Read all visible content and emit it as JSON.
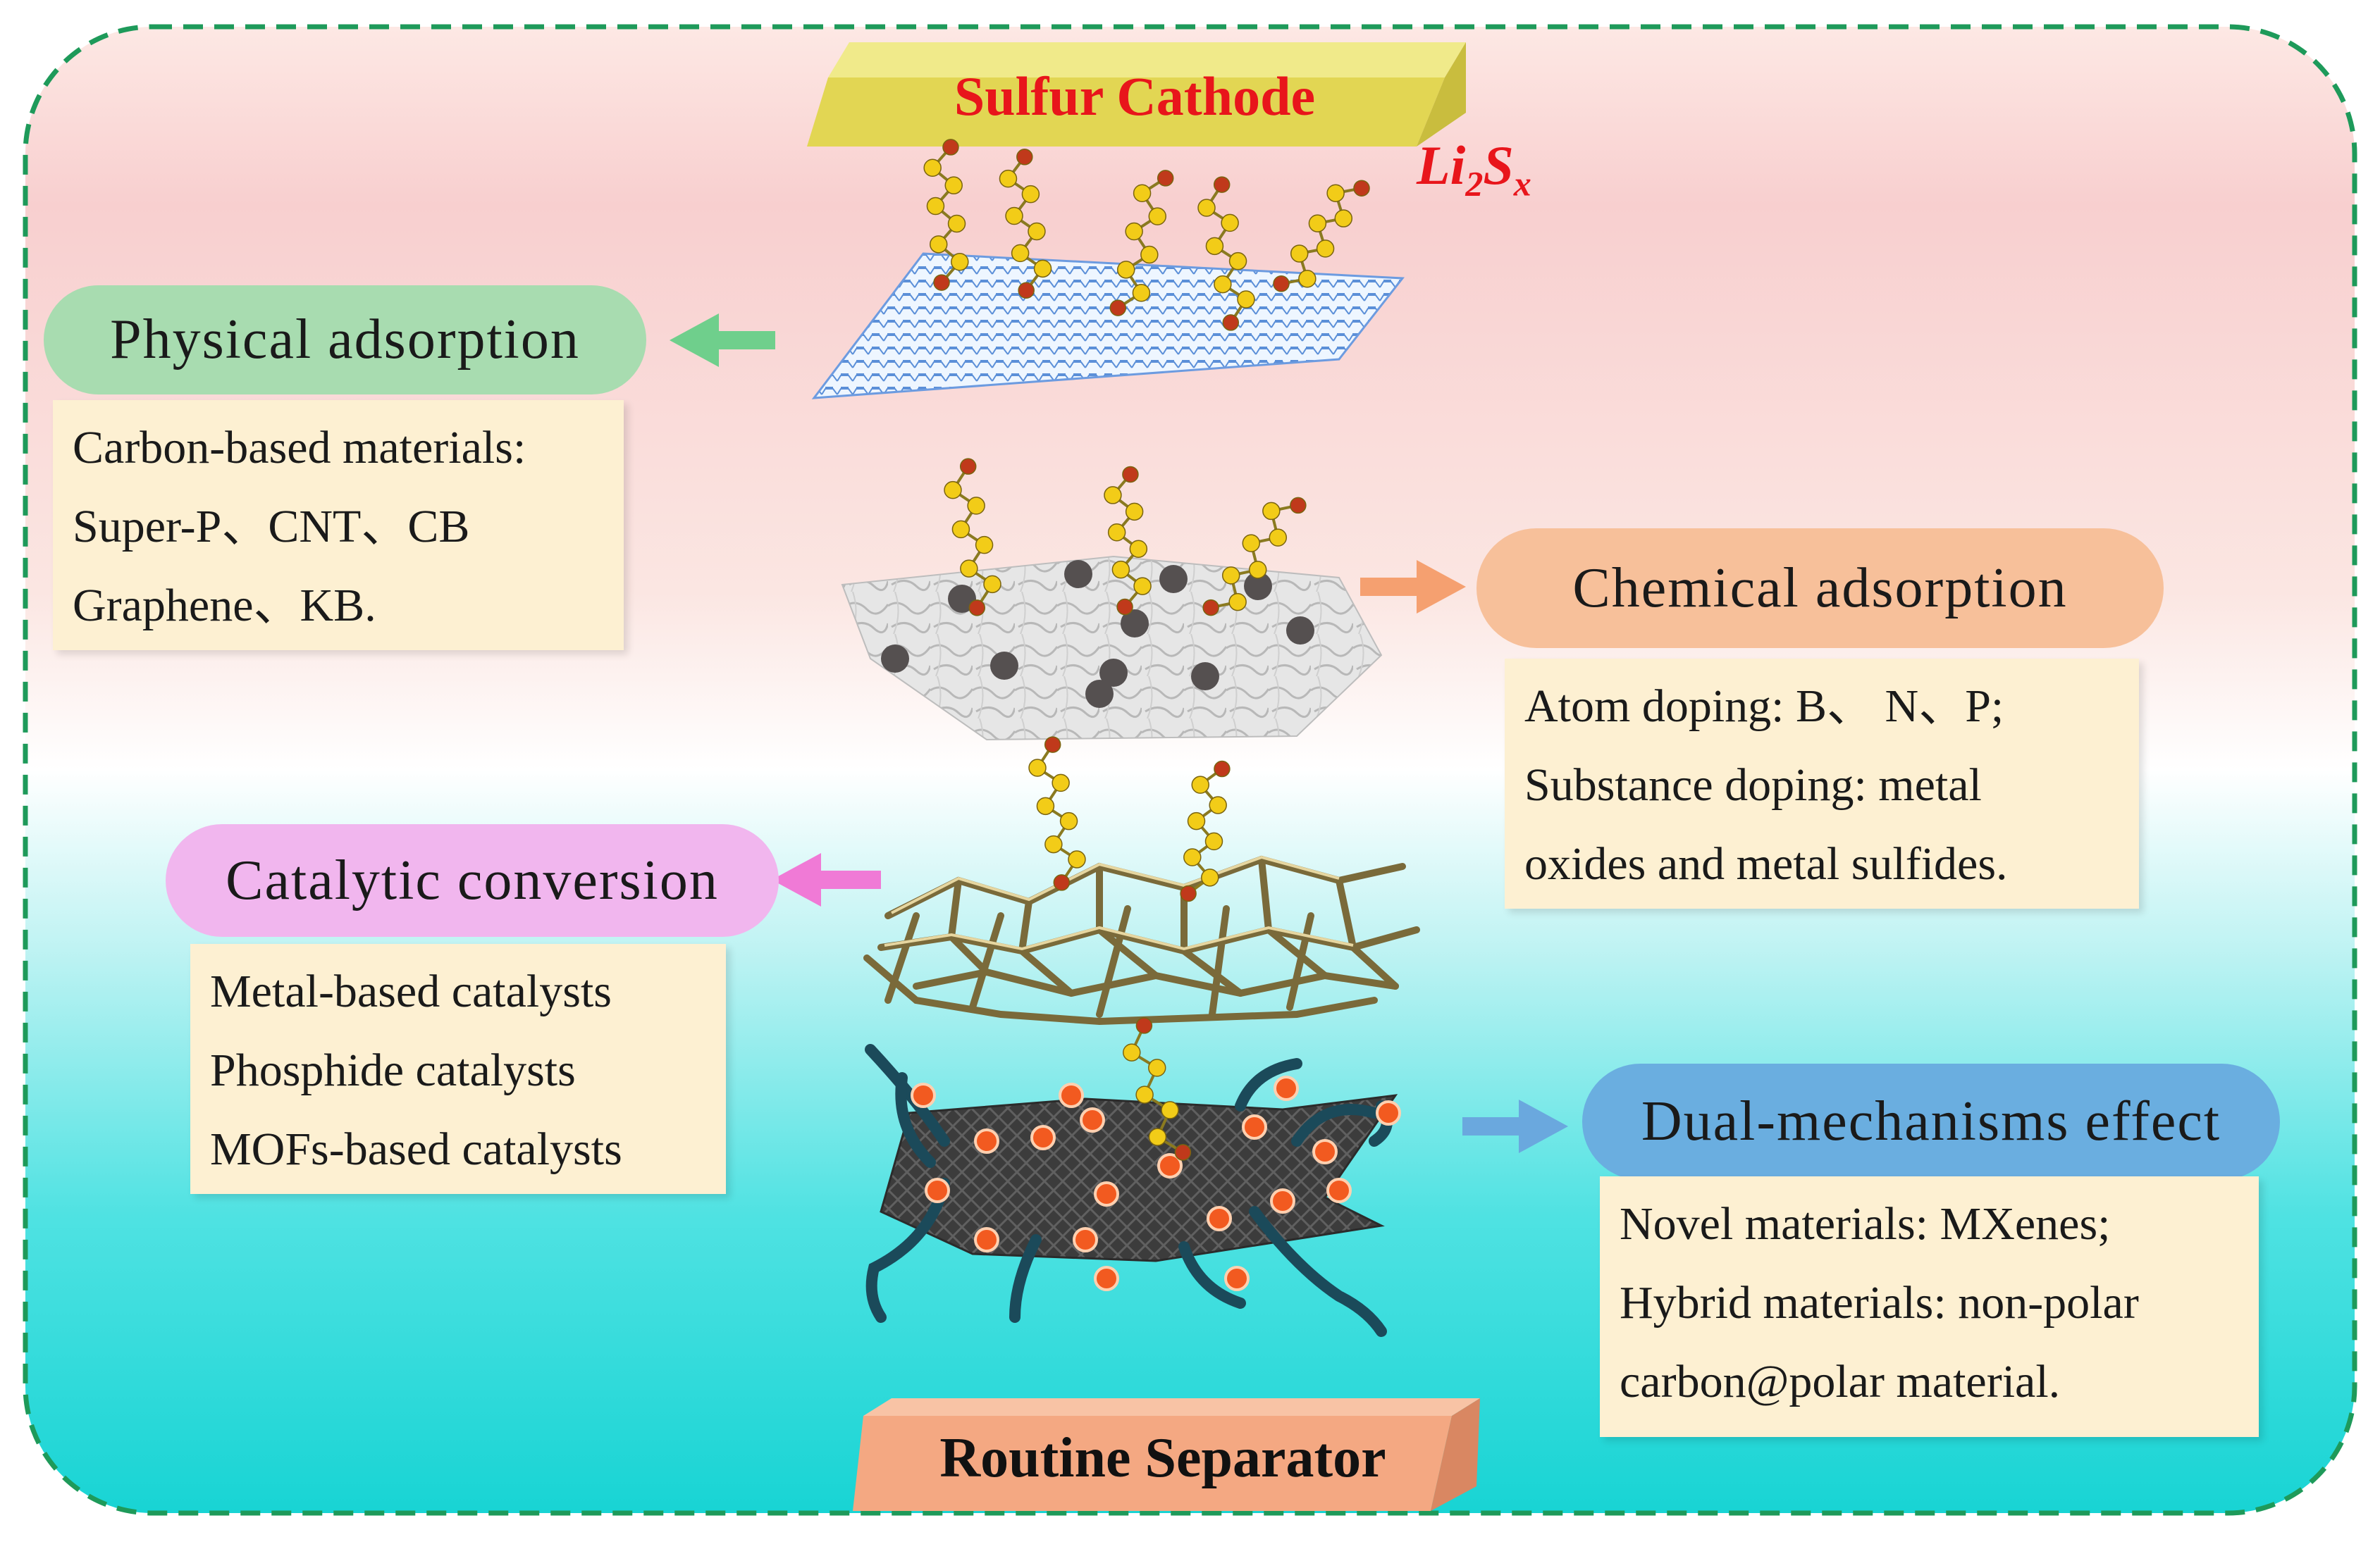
{
  "top_plate": {
    "label": "Sulfur Cathode"
  },
  "bottom_plate": {
    "label": "Routine Separator"
  },
  "polysulfide_label": {
    "base1": "Li",
    "sub1": "2",
    "base2": "S",
    "sub2": "x"
  },
  "mechanisms": [
    {
      "title": "Physical adsorption",
      "color": "#a8dcb0",
      "lines": [
        "Carbon-based materials:",
        "Super-P、CNT、CB",
        "Graphene、KB."
      ]
    },
    {
      "title": "Chemical adsorption",
      "color": "#f7c09a",
      "lines": [
        "Atom doping: B、 N、P;",
        "Substance doping: metal",
        "oxides and metal sulfides."
      ]
    },
    {
      "title": "Catalytic conversion",
      "color": "#f1b6ee",
      "lines": [
        "Metal-based catalysts",
        "Phosphide catalysts",
        "MOFs-based catalysts"
      ]
    },
    {
      "title": "Dual-mechanisms effect",
      "color": "#6aaee0",
      "lines": [
        "Novel materials: MXenes;",
        "Hybrid materials: non-polar",
        "carbon@polar material."
      ]
    }
  ],
  "colors": {
    "frame_border": "#1e9a5a",
    "bg_top": "#f8cfcf",
    "bg_bottom": "#1fd9d9",
    "top_plate": "#e6dc5c",
    "bottom_plate": "#f4a882",
    "sulfur_atom": "#f2cc18",
    "lithium_atom": "#c0391b",
    "arrow_green": "#6fcf8c",
    "arrow_orange": "#f5a070",
    "arrow_pink": "#f07ad6",
    "arrow_blue": "#6aa8de",
    "title_red": "#e8151b"
  }
}
